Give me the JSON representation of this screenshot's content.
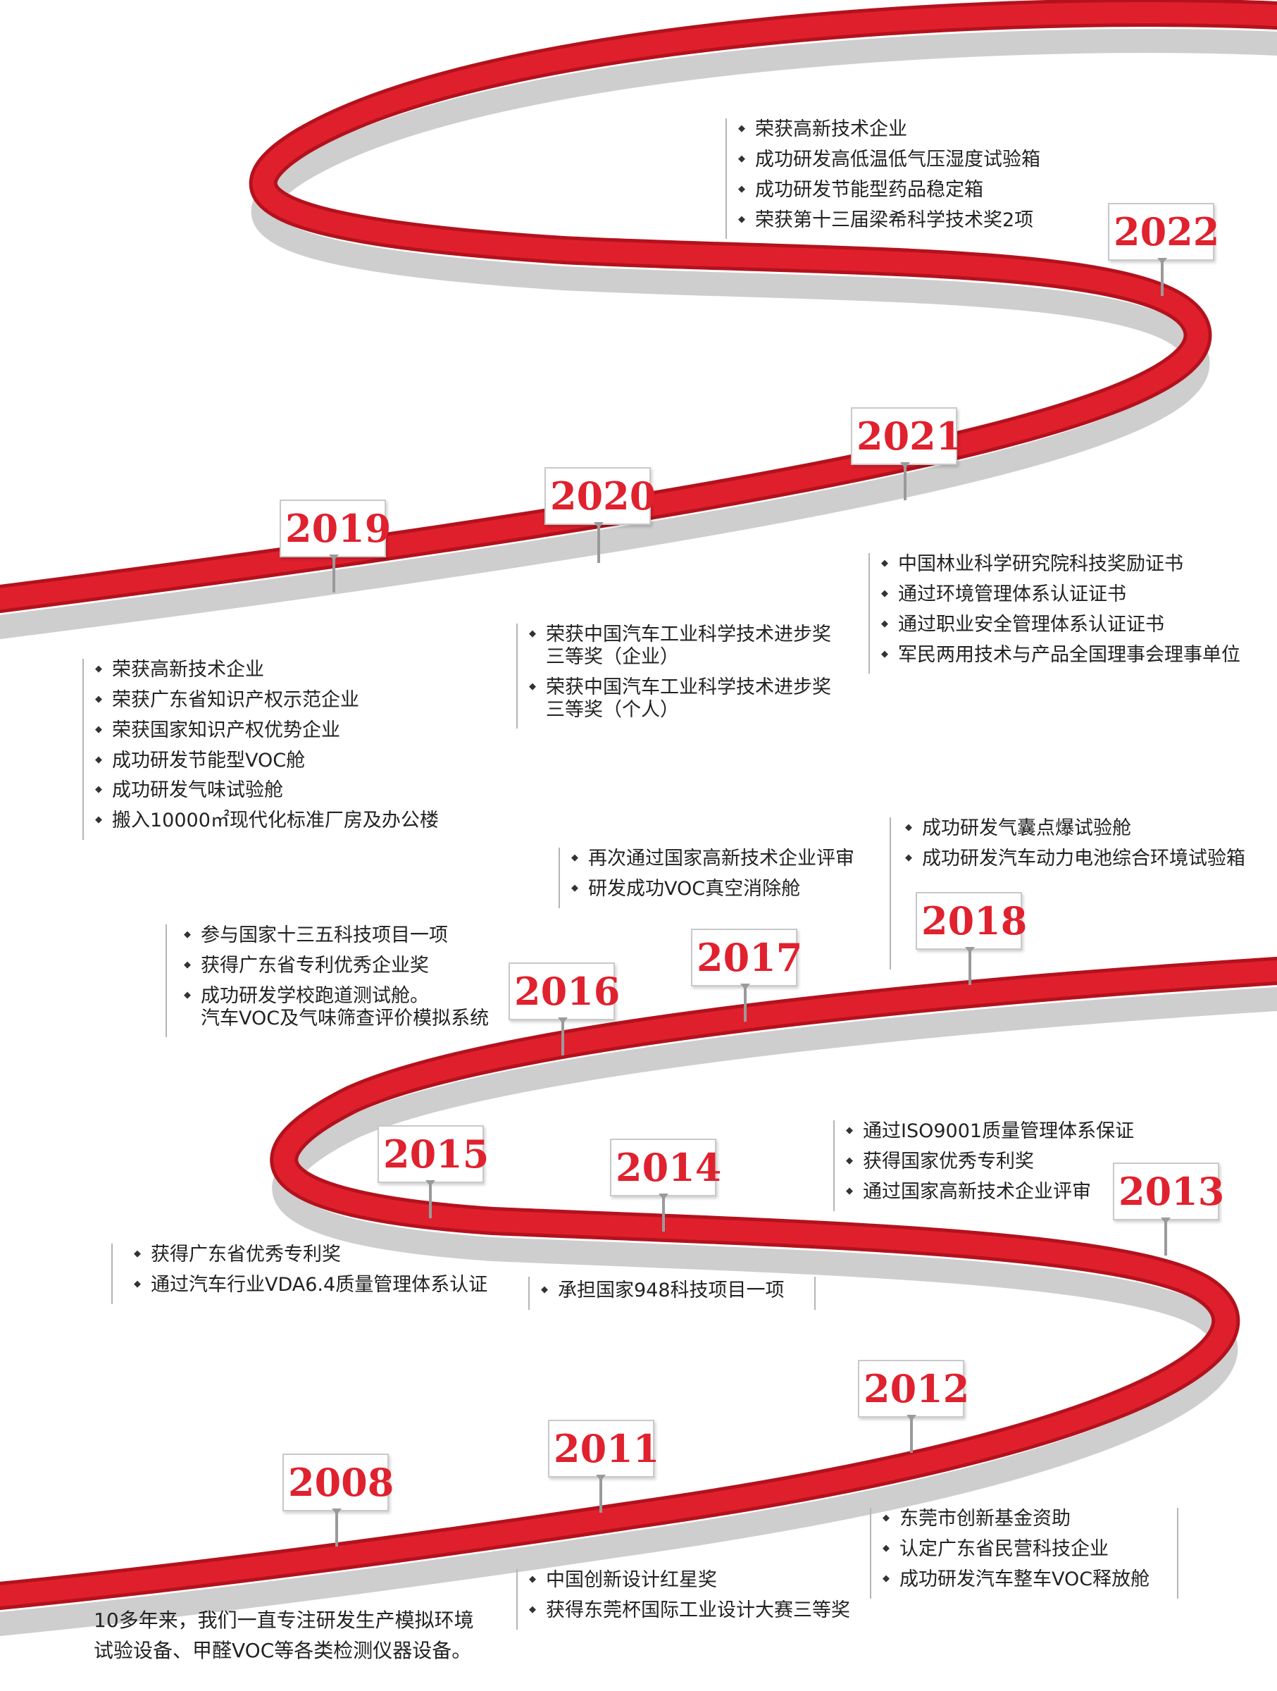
{
  "milestones": [
    {
      "year": "2022",
      "items": [
        "荣获高新技术企业",
        "成功研发高低温低气压湿度试验箱",
        "成功研发节能型药品稳定箱",
        "荣获第十三届梁希科学技术奖2项"
      ]
    },
    {
      "year": "2021",
      "items": [
        "中国林业科学研究院科技奖励证书",
        "通过环境管理体系认证证书",
        "通过职业安全管理体系认证证书",
        "军民两用技术与产品全国理事会理事单位"
      ]
    },
    {
      "year": "2020",
      "items": [
        "荣获中国汽车工业科学技术进步奖\n三等奖（企业）",
        "荣获中国汽车工业科学技术进步奖\n三等奖（个人）"
      ]
    },
    {
      "year": "2019",
      "items": [
        "荣获高新技术企业",
        "荣获广东省知识产权示范企业",
        "荣获国家知识产权优势企业",
        "成功研发节能型VOC舱",
        "成功研发气味试验舱",
        "搬入10000㎡现代化标准厂房及办公楼"
      ]
    },
    {
      "year": "2018",
      "items": [
        "成功研发气囊点爆试验舱",
        "成功研发汽车动力电池综合环境试验箱"
      ]
    },
    {
      "year": "2017",
      "items": [
        "再次通过国家高新技术企业评审",
        "研发成功VOC真空消除舱"
      ]
    },
    {
      "year": "2016",
      "items": [
        "参与国家十三五科技项目一项",
        "获得广东省专利优秀企业奖",
        "成功研发学校跑道测试舱。\n汽车VOC及气味筛查评价模拟系统"
      ]
    },
    {
      "year": "2015",
      "items": [
        "获得广东省优秀专利奖",
        "通过汽车行业VDA6.4质量管理体系认证"
      ]
    },
    {
      "year": "2014",
      "items": [
        "承担国家948科技项目一项"
      ]
    },
    {
      "year": "2013",
      "items": [
        "通过ISO9001质量管理体系保证",
        "获得国家优秀专利奖",
        "通过国家高新技术企业评审"
      ]
    },
    {
      "year": "2012",
      "items": [
        "东莞市创新基金资助",
        "认定广东省民营科技企业",
        "成功研发汽车整车VOC释放舱"
      ]
    },
    {
      "year": "2011",
      "items": [
        "中国创新设计红星奖",
        "获得东莞杯国际工业设计大赛三等奖"
      ]
    },
    {
      "year": "2008",
      "items": []
    }
  ],
  "intro_note": "10多年来，我们一直专注研发生产模拟环境\n试验设备、甲醛VOC等各类检测仪器设备。",
  "colors": {
    "ribbon": "#e01f2d",
    "ribbon_edge": "#b3121d",
    "year_text": "#e0212e",
    "shadow": "#bdbdbd"
  }
}
